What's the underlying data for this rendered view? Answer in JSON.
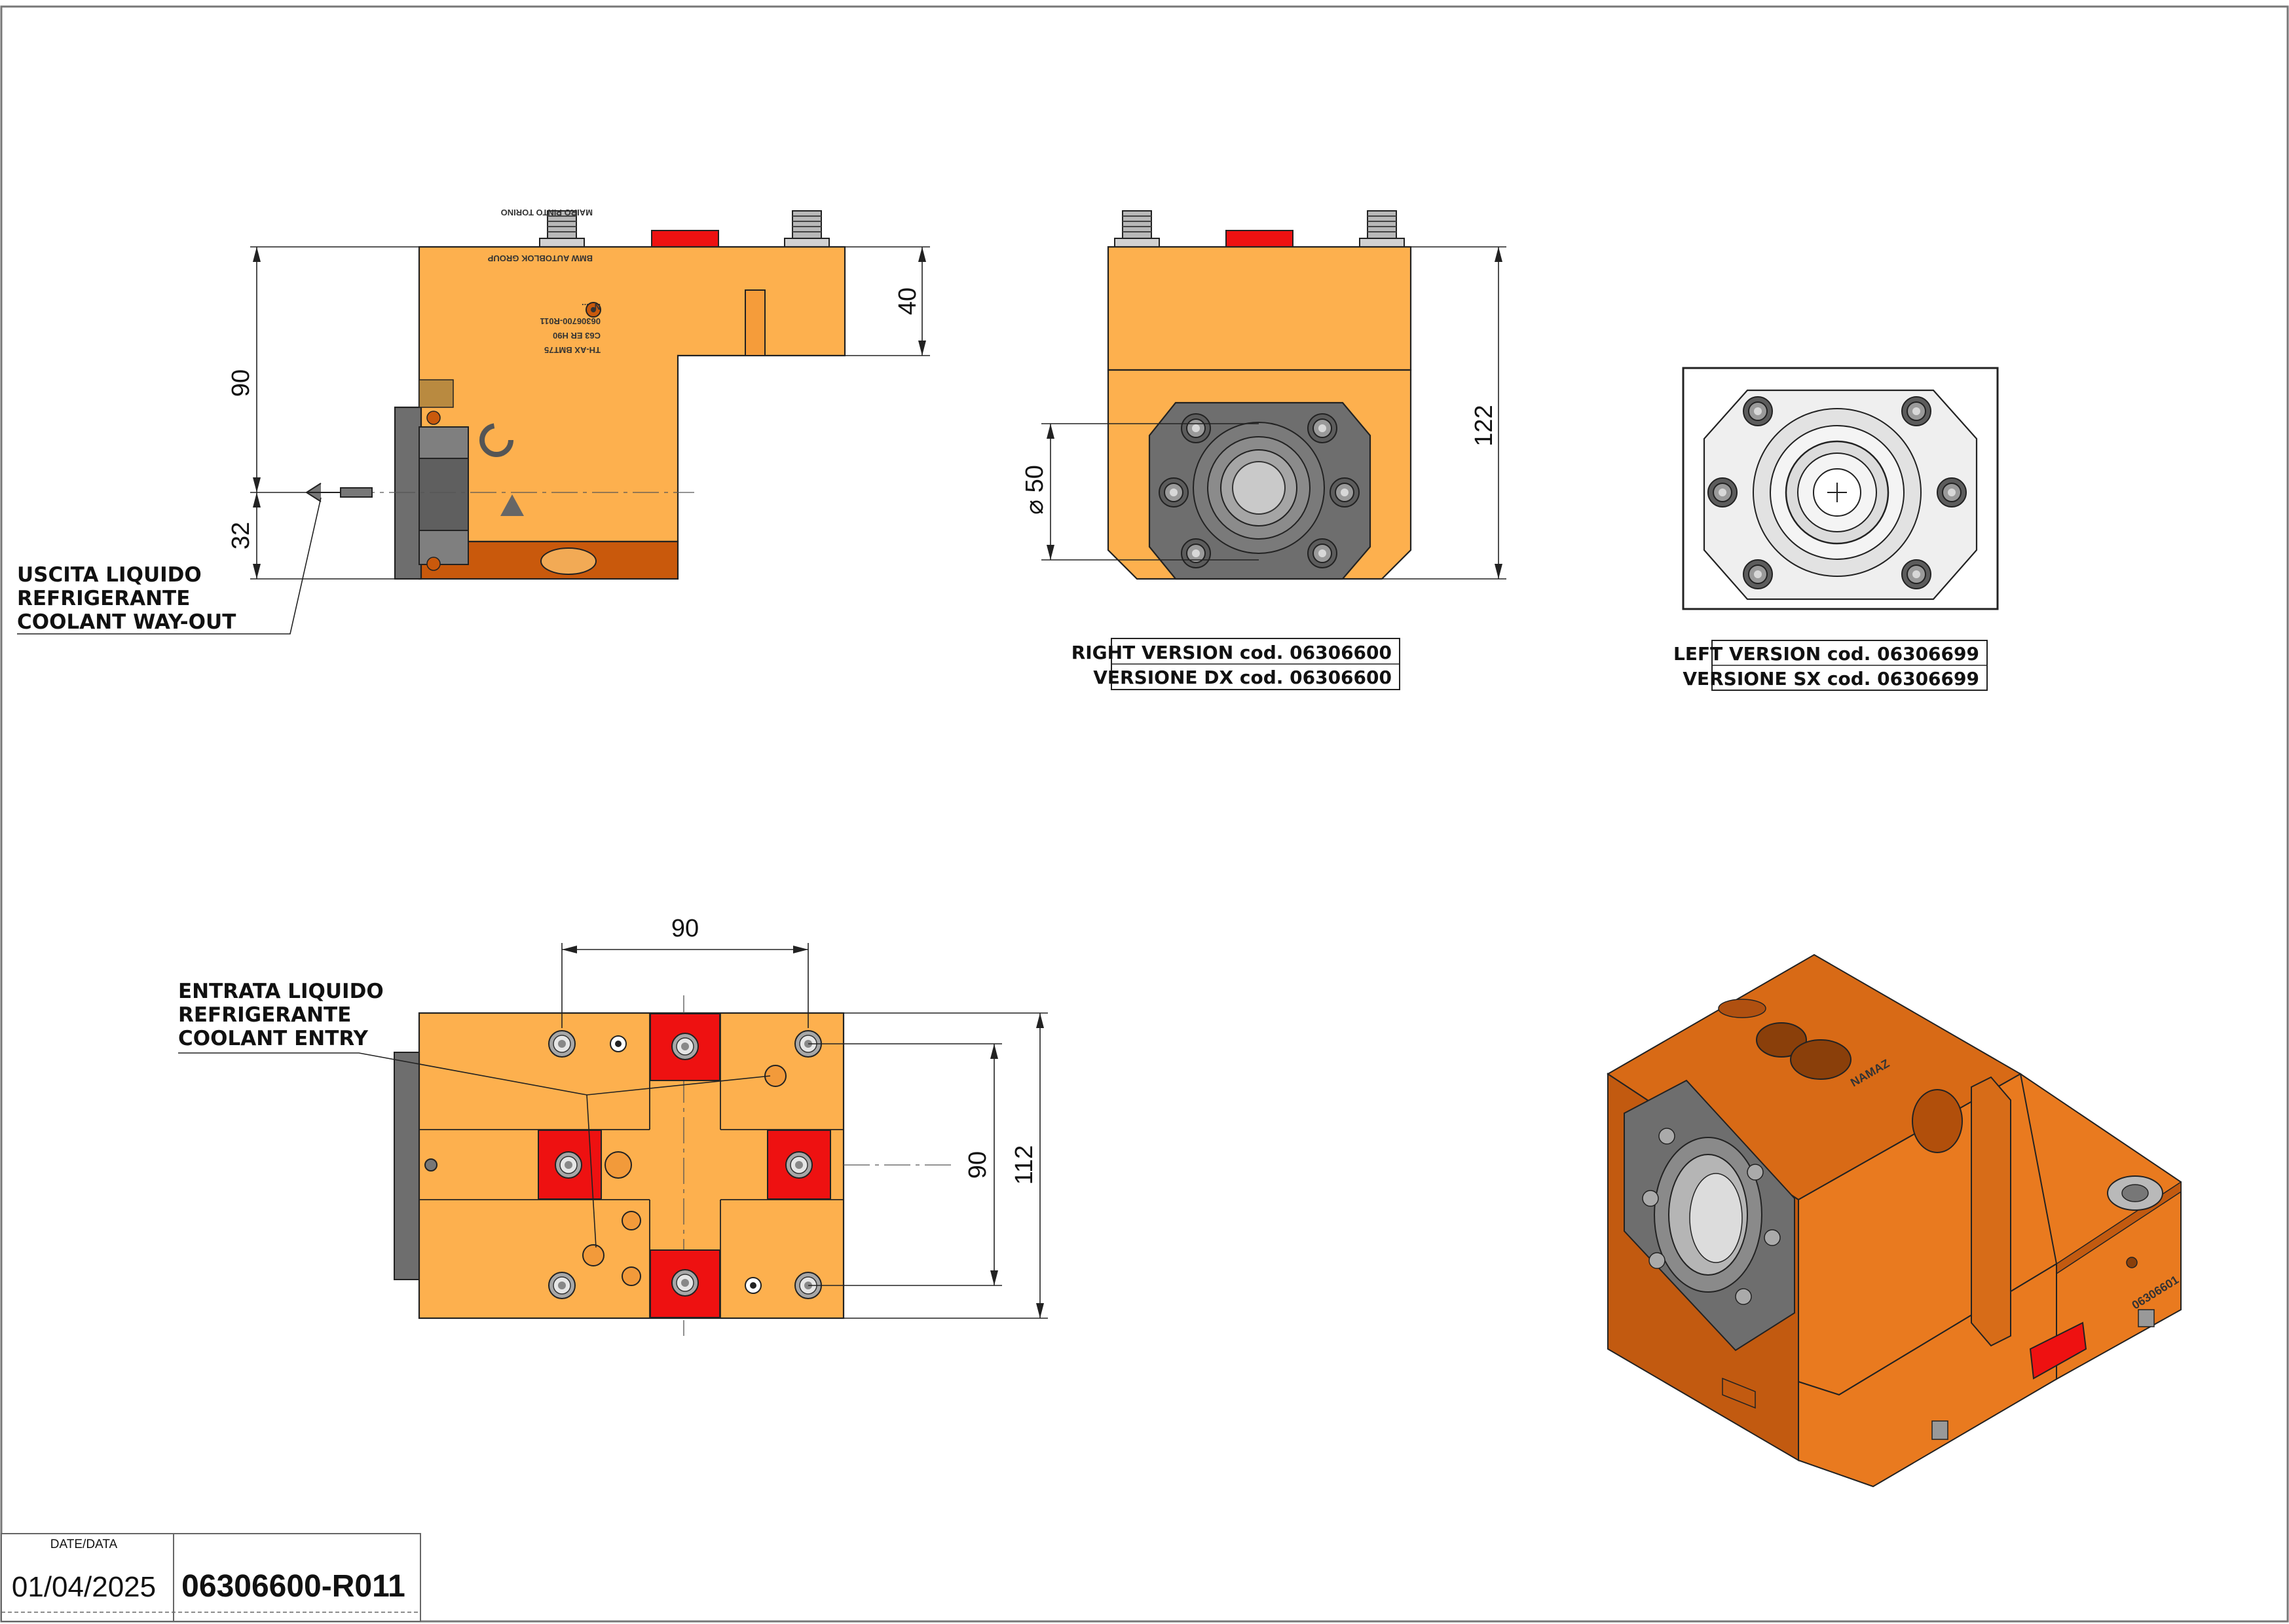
{
  "drawing": {
    "side_view": {
      "dim_overall": "90",
      "dim_lower": "32",
      "dim_step": "40",
      "coolant_out_label": [
        "USCITA LIQUIDO",
        "REFRIGERANTE",
        "COOLANT WAY-OUT"
      ],
      "engraving": [
        "TH-AX BMT75",
        "C63 ER H90",
        "06306700-R011",
        "N° ...",
        "MAIRO PINTO TORINO",
        "BMW AUTOBLOK GROUP"
      ]
    },
    "front_view": {
      "dim_height": "122",
      "dim_bore": "⌀ 50",
      "version_labels": [
        "RIGHT VERSION cod. 06306600",
        "VERSIONE DX cod. 06306600"
      ]
    },
    "left_view": {
      "version_labels": [
        "LEFT VERSION cod. 06306699",
        "VERSIONE SX cod. 06306699"
      ]
    },
    "top_view": {
      "dim_horizontal": "90",
      "dim_vertical_inner": "90",
      "dim_vertical_outer": "112",
      "coolant_in_label": [
        "ENTRATA LIQUIDO",
        "REFRIGERANTE",
        "COOLANT ENTRY"
      ]
    },
    "iso_view": {
      "engraving_top": "NAMAZ",
      "engraving_side": "06306601"
    }
  },
  "title_block": {
    "date_label": "DATE/DATA",
    "date": "01/04/2025",
    "code": "06306600-R011"
  },
  "colors": {
    "body_orange": "#FDB04E",
    "body_dark_orange": "#C9590C",
    "iso_light": "#E97A1F",
    "iso_dark": "#C25A10",
    "key_red": "#EE1111",
    "flange_gray": "#6E6E6E"
  }
}
